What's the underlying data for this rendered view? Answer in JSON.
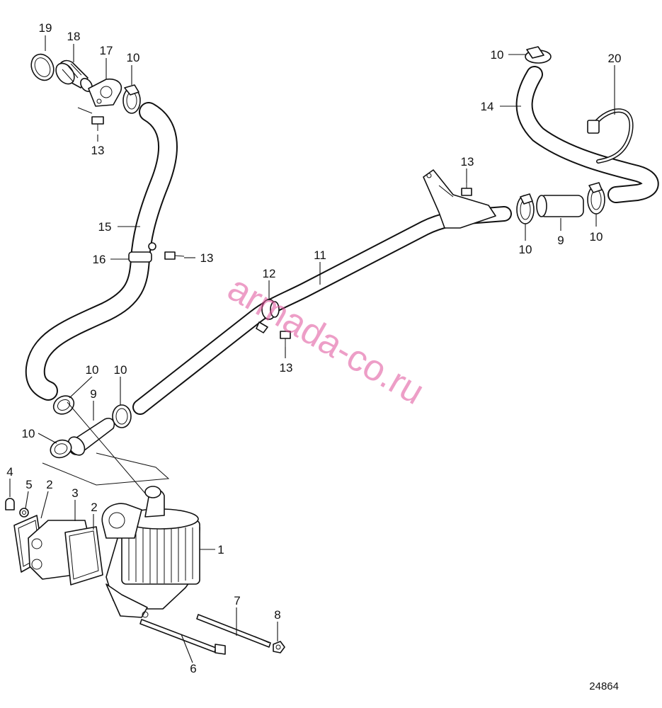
{
  "diagram": {
    "drawing_number": "24864",
    "watermark": "armada-co.ru",
    "callouts": [
      {
        "id": "c19",
        "text": "19"
      },
      {
        "id": "c18",
        "text": "18"
      },
      {
        "id": "c17",
        "text": "17"
      },
      {
        "id": "c10a",
        "text": "10"
      },
      {
        "id": "c13a",
        "text": "13"
      },
      {
        "id": "c15",
        "text": "15"
      },
      {
        "id": "c16",
        "text": "16"
      },
      {
        "id": "c13b",
        "text": "13"
      },
      {
        "id": "c12",
        "text": "12"
      },
      {
        "id": "c11",
        "text": "11"
      },
      {
        "id": "c13c",
        "text": "13"
      },
      {
        "id": "c13d",
        "text": "13"
      },
      {
        "id": "c10b",
        "text": "10"
      },
      {
        "id": "c14",
        "text": "14"
      },
      {
        "id": "c20",
        "text": "20"
      },
      {
        "id": "c10c",
        "text": "10"
      },
      {
        "id": "c9a",
        "text": "9"
      },
      {
        "id": "c10d",
        "text": "10"
      },
      {
        "id": "c10e",
        "text": "10"
      },
      {
        "id": "c10f",
        "text": "10"
      },
      {
        "id": "c9b",
        "text": "9"
      },
      {
        "id": "c10g",
        "text": "10"
      },
      {
        "id": "c4",
        "text": "4"
      },
      {
        "id": "c5",
        "text": "5"
      },
      {
        "id": "c2a",
        "text": "2"
      },
      {
        "id": "c3",
        "text": "3"
      },
      {
        "id": "c2b",
        "text": "2"
      },
      {
        "id": "c1",
        "text": "1"
      },
      {
        "id": "c7",
        "text": "7"
      },
      {
        "id": "c8",
        "text": "8"
      },
      {
        "id": "c6",
        "text": "6"
      }
    ]
  }
}
